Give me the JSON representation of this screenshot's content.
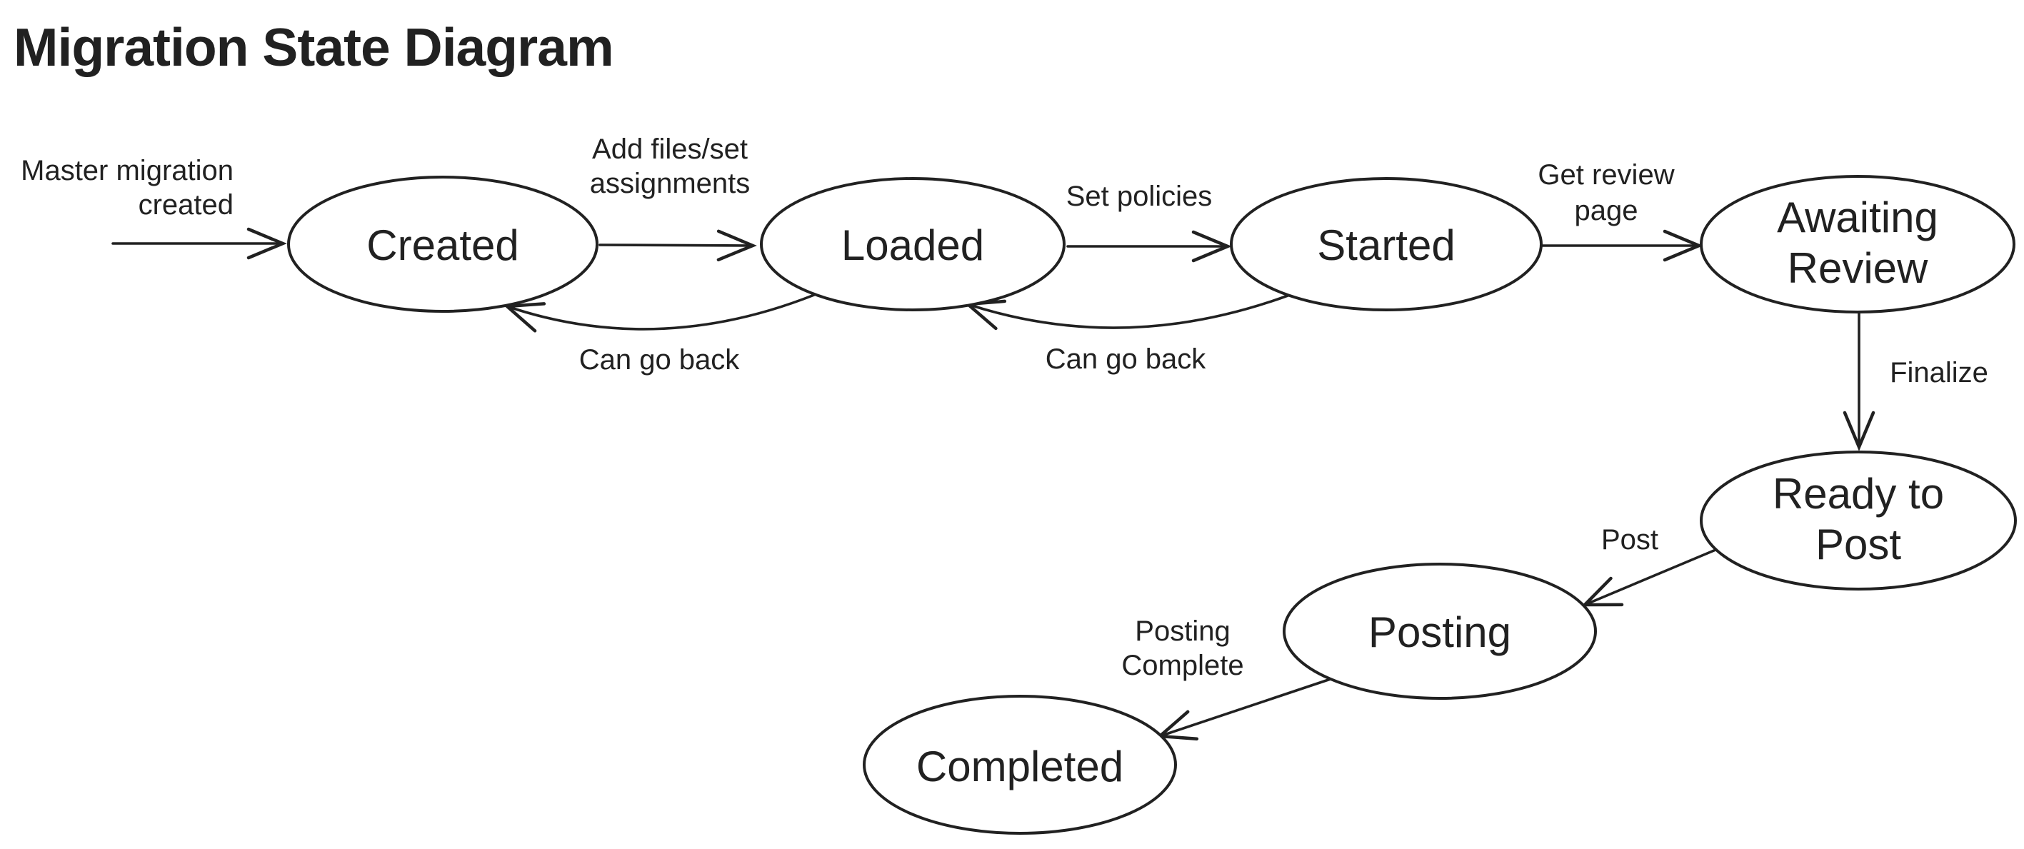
{
  "page": {
    "title": "Migration State Diagram",
    "background_color": "#ffffff",
    "ink_color": "#212121"
  },
  "states": {
    "created": {
      "label": "Created"
    },
    "loaded": {
      "label": "Loaded"
    },
    "started": {
      "label": "Started"
    },
    "awaiting_review": {
      "label_line1": "Awaiting",
      "label_line2": "Review"
    },
    "ready_to_post": {
      "label_line1": "Ready to",
      "label_line2": "Post"
    },
    "posting": {
      "label": "Posting"
    },
    "completed": {
      "label": "Completed"
    }
  },
  "transitions": {
    "master_migration_created": {
      "label_line1": "Master migration",
      "label_line2": "created",
      "from": "start",
      "to": "Created"
    },
    "add_files_set_assignments": {
      "label_line1": "Add files/set",
      "label_line2": "assignments",
      "from": "Created",
      "to": "Loaded"
    },
    "set_policies": {
      "label": "Set policies",
      "from": "Loaded",
      "to": "Started"
    },
    "get_review_page": {
      "label_line1": "Get review",
      "label_line2": "page",
      "from": "Started",
      "to": "Awaiting Review"
    },
    "can_go_back_loaded_created": {
      "label": "Can go back",
      "from": "Loaded",
      "to": "Created"
    },
    "can_go_back_started_loaded": {
      "label": "Can go back",
      "from": "Started",
      "to": "Loaded"
    },
    "finalize": {
      "label": "Finalize",
      "from": "Awaiting Review",
      "to": "Ready to Post"
    },
    "post": {
      "label": "Post",
      "from": "Ready to Post",
      "to": "Posting"
    },
    "posting_complete": {
      "label_line1": "Posting",
      "label_line2": "Complete",
      "from": "Posting",
      "to": "Completed"
    }
  }
}
